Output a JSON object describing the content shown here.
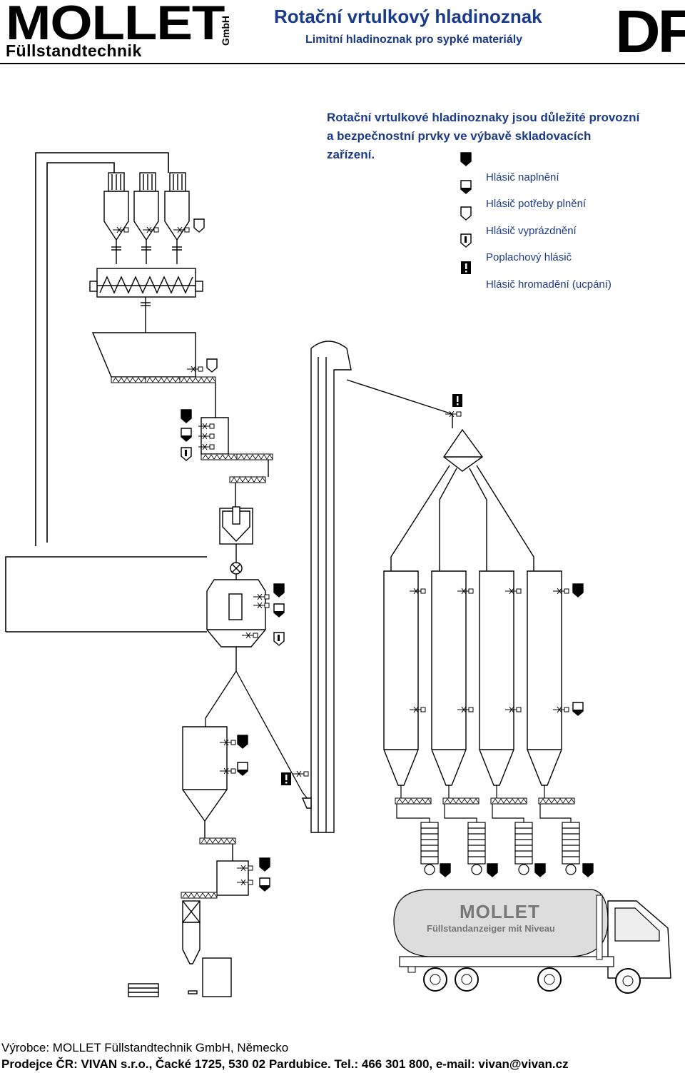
{
  "header": {
    "logo_name": "MOLLET",
    "logo_sub": "Füllstandtechnik",
    "logo_gmbh": "GmbH",
    "title": "Rotační vrtulkový hladinoznak",
    "subtitle": "Limitní hladinoznak pro sypké materiály",
    "corner_mark": "DF"
  },
  "intro": {
    "line1": "Rotační vrtulkové hladinoznaky jsou důležité provozní",
    "line2": "a bezpečnostní prvky ve výbavě skladovacích",
    "line3": "zařízení."
  },
  "legend": {
    "items": [
      {
        "label": "Hlásič naplnění",
        "icon": "full-level-icon"
      },
      {
        "label": "Hlásič potřeby plnění",
        "icon": "demand-level-icon"
      },
      {
        "label": "Hlásič vyprázdnění",
        "icon": "empty-level-icon"
      },
      {
        "label": "Poplachový hlásič",
        "icon": "alarm-icon"
      },
      {
        "label": "Hlásič hromadění (ucpání)",
        "icon": "blockage-icon"
      }
    ]
  },
  "truck": {
    "brand": "MOLLET",
    "slogan": "Füllstandanzeiger mit Niveau"
  },
  "footer": {
    "maker": "Výrobce: MOLLET Füllstandtechnik GmbH, Německo",
    "dealer": "Prodejce ČR: VIVAN s.r.o., Čacké 1725, 530 02 Pardubice. Tel.: 466 301 800, e-mail: vivan@vivan.cz"
  }
}
